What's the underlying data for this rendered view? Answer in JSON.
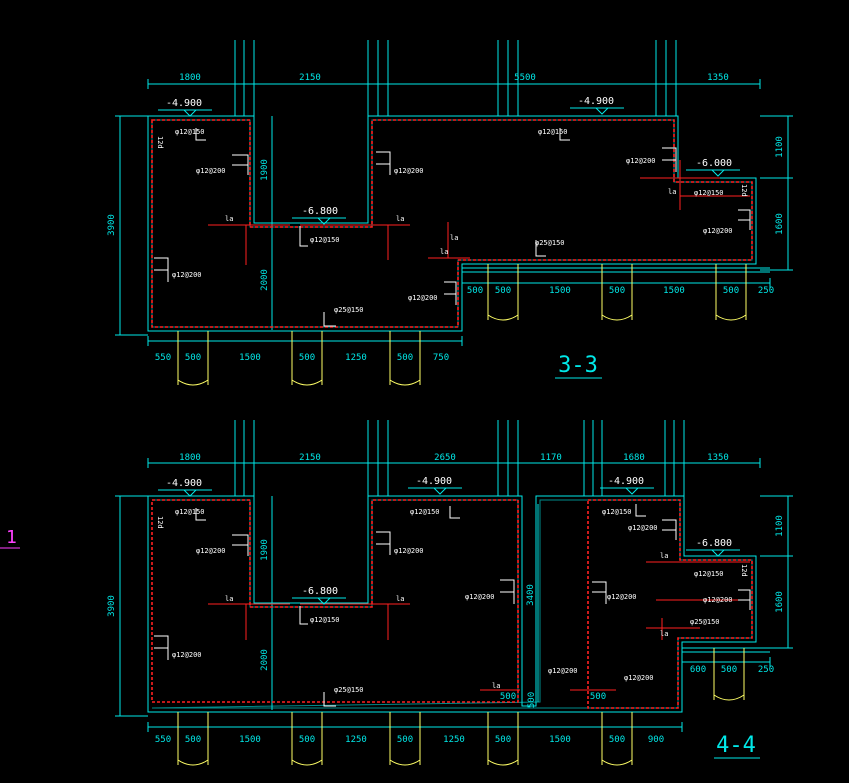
{
  "colors": {
    "background": "#000000",
    "structure": "#00e8e8",
    "rebar": "#ff2020",
    "pile": "#ffff66",
    "text": "#ffffff",
    "marker": "#ff40ff"
  },
  "side_marker": "1",
  "section_33": {
    "title": "3-3",
    "top_dims": [
      "1800",
      "2150",
      "5500",
      "1350"
    ],
    "bottom_dims": [
      "550",
      "500",
      "1500",
      "500",
      "1250",
      "500",
      "750"
    ],
    "right_bottom_dims": [
      "500",
      "500",
      "1500",
      "500",
      "1500",
      "500",
      "250"
    ],
    "height_dim": "3900",
    "right_dims": [
      "1100",
      "1600"
    ],
    "inner_dims": [
      "1900",
      "2000"
    ],
    "elevations": [
      "-4.900",
      "-4.900",
      "-6.800",
      "-6.000"
    ],
    "rebar_labels": [
      "φ12@150",
      "φ12@200",
      "φ12@200",
      "φ12@150",
      "φ12@200",
      "φ25@150",
      "φ12@150",
      "φ12@200",
      "φ12@150",
      "φ12@200",
      "φ25@150",
      "φ12@200"
    ],
    "small_labels": [
      "la",
      "la",
      "la",
      "la",
      "la",
      "12d",
      "12d"
    ]
  },
  "section_44": {
    "title": "4-4",
    "top_dims": [
      "1800",
      "2150",
      "2650",
      "1170",
      "1680",
      "1350"
    ],
    "bottom_dims": [
      "550",
      "500",
      "1500",
      "500",
      "1250",
      "500",
      "1250",
      "500",
      "1500",
      "500",
      "900"
    ],
    "right_bottom_dims": [
      "600",
      "500",
      "250"
    ],
    "height_dim": "3900",
    "right_dims": [
      "1100",
      "1600"
    ],
    "inner_dims": [
      "1900",
      "2000",
      "3400",
      "500",
      "500",
      "500"
    ],
    "elevations": [
      "-4.900",
      "-4.900",
      "-4.900",
      "-6.800",
      "-6.800"
    ],
    "rebar_labels": [
      "φ12@150",
      "φ12@200",
      "φ12@200",
      "φ12@150",
      "φ12@200",
      "φ12@200",
      "φ12@150",
      "φ12@200",
      "φ12@200",
      "φ12@150",
      "φ12@200",
      "φ25@150",
      "φ12@150",
      "φ12@200",
      "φ25@150",
      "φ12@200"
    ],
    "small_labels": [
      "la",
      "la",
      "la",
      "la",
      "la",
      "12d",
      "12d"
    ]
  }
}
